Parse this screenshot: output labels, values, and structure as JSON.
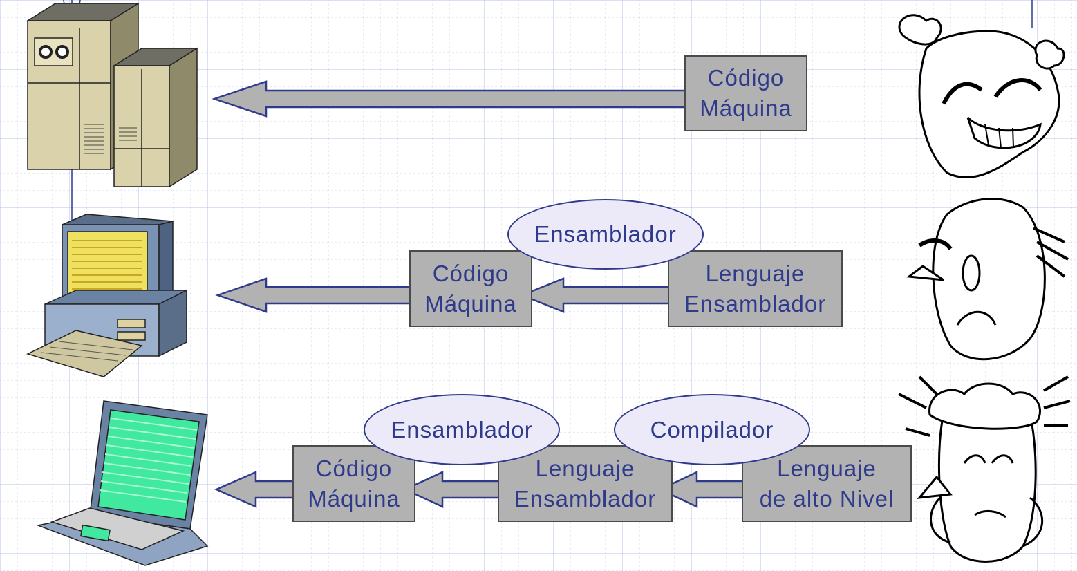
{
  "colors": {
    "box_fill": "#b2b2b2",
    "text": "#2f3a8c",
    "ellipse_fill": "#eceaf8",
    "arrow_fill": "#b2b2b2",
    "grid": "#c9cff0"
  },
  "row1": {
    "box": {
      "line1": "Código",
      "line2": "Máquina"
    }
  },
  "row2": {
    "translator": "Ensamblador",
    "box_target": {
      "line1": "Código",
      "line2": "Máquina"
    },
    "box_source": {
      "line1": "Lenguaje",
      "line2": "Ensamblador"
    }
  },
  "row3": {
    "translator_left": "Ensamblador",
    "translator_right": "Compilador",
    "box_target": {
      "line1": "Código",
      "line2": "Máquina"
    },
    "box_middle": {
      "line1": "Lenguaje",
      "line2": "Ensamblador"
    },
    "box_source": {
      "line1": "Lenguaje",
      "line2": "de alto Nivel"
    }
  },
  "icons": {
    "row1_computer": "mainframe-icon",
    "row2_computer": "desktop-pc-icon",
    "row3_computer": "laptop-icon",
    "row1_face": "angry-face-icon",
    "row2_face": "sad-face-icon",
    "row3_face": "surprised-face-icon"
  }
}
